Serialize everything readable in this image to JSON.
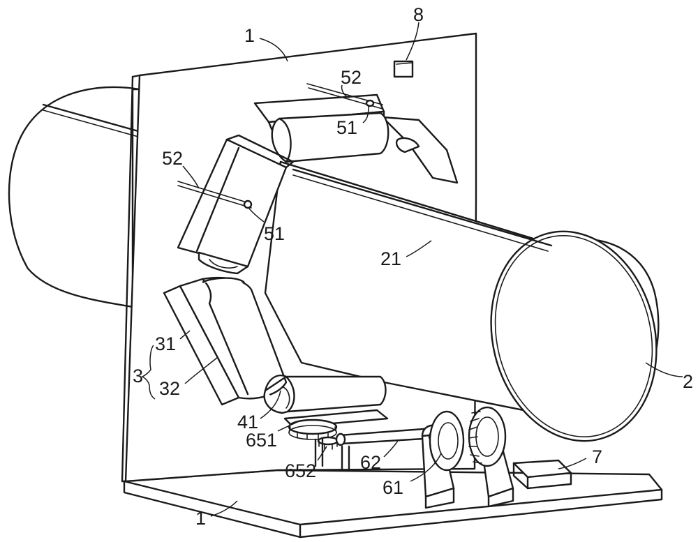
{
  "figure": {
    "labels": {
      "plate_top": "1",
      "plate_bottom": "1",
      "sensor": "8",
      "wire_top": "52",
      "wire_left": "52",
      "clip_top": "51",
      "clip_left": "51",
      "seam": "21",
      "pipe": "2",
      "clamp_group": "3",
      "clamp_outer": "31",
      "clamp_inner": "32",
      "roller": "41",
      "gear_large": "651",
      "gear_small": "652",
      "rod": "62",
      "bearing": "61",
      "motor": "7"
    }
  }
}
